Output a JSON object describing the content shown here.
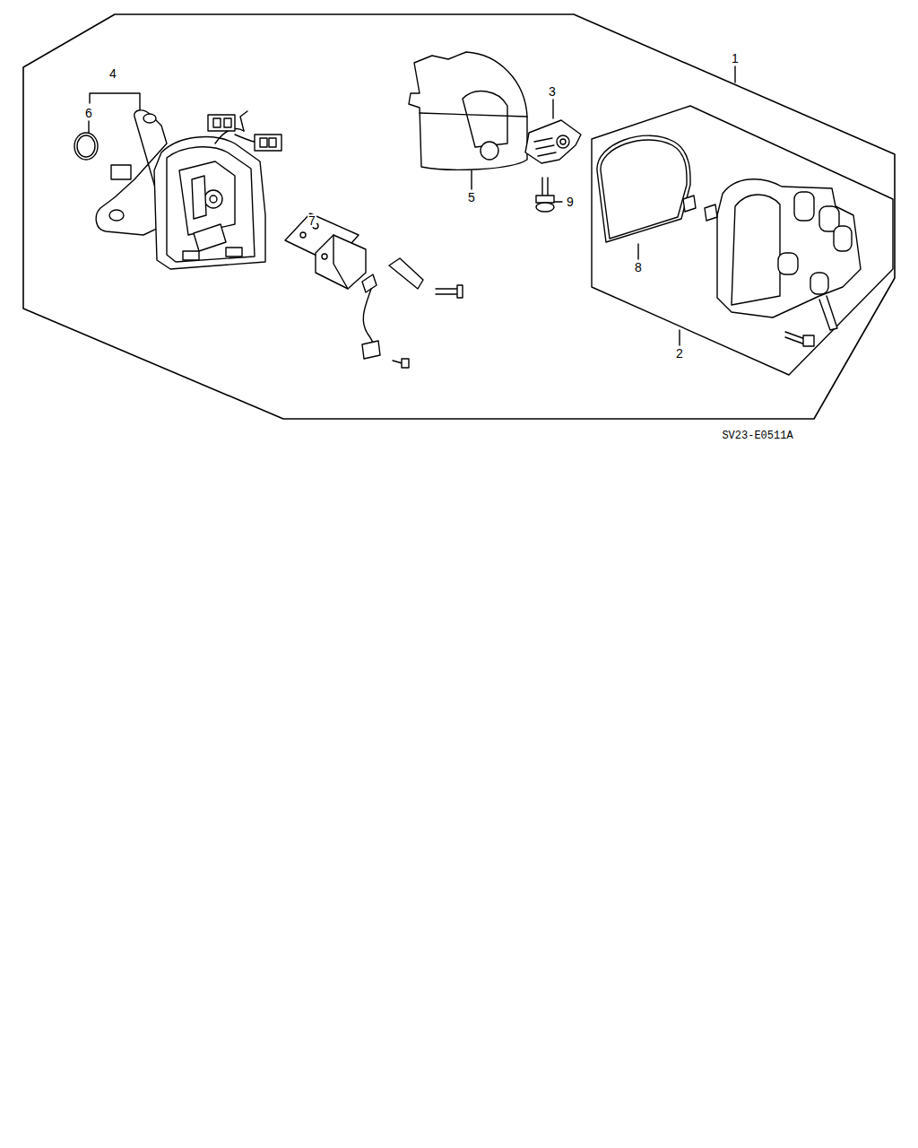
{
  "diagram": {
    "labels": [
      "1",
      "4",
      "6",
      "3",
      "5",
      "7",
      "9",
      "8",
      "2",
      "SV23-E0511A"
    ]
  }
}
